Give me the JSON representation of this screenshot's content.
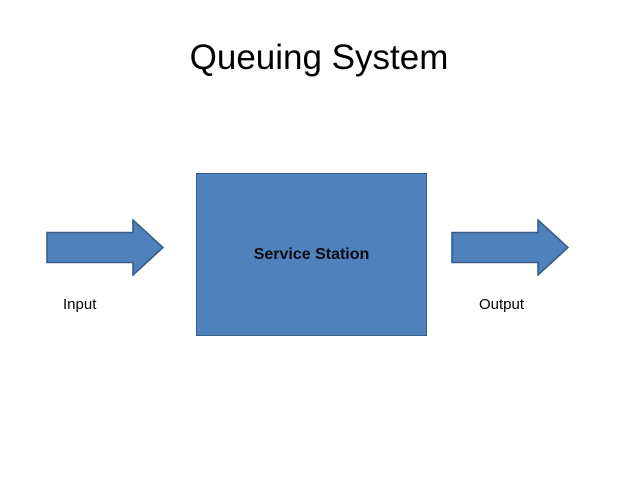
{
  "slide": {
    "title": "Queuing System",
    "background_color": "#FFFFFF"
  },
  "diagram": {
    "type": "flow",
    "fill_color": "#4F81BD",
    "stroke_color": "#385D8A",
    "text_color": "#000000",
    "nodes": [
      {
        "id": "service-station",
        "shape": "rectangle",
        "label": "Service Station",
        "fill": "#4F81BD",
        "stroke": "#385D8A"
      }
    ],
    "arrows": [
      {
        "id": "input-arrow",
        "direction": "right",
        "label": "Input",
        "fill": "#4F81BD",
        "stroke": "#385D8A"
      },
      {
        "id": "output-arrow",
        "direction": "right",
        "label": "Output",
        "fill": "#4F81BD",
        "stroke": "#385D8A"
      }
    ],
    "labels": {
      "input": "Input",
      "output": "Output",
      "service_station": "Service Station"
    }
  }
}
